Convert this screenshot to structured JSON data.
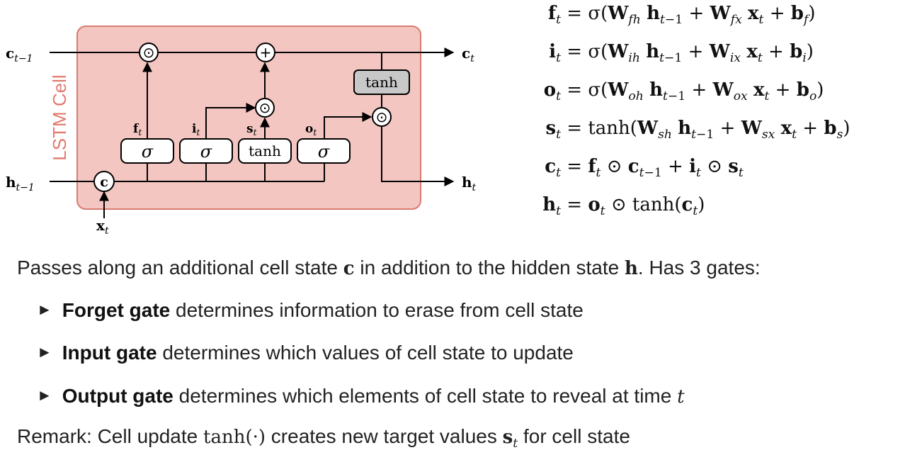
{
  "diagram": {
    "cell_label": "LSTM Cell",
    "colors": {
      "cell_fill": "#f4c6c1",
      "cell_stroke": "#d97b70",
      "cell_label": "#e07a6e",
      "tanh_box": "#c8c8c8"
    },
    "inputs": {
      "c_prev": "c",
      "c_prev_sub": "t−1",
      "h_prev": "h",
      "h_prev_sub": "t−1",
      "x": "x",
      "x_sub": "t"
    },
    "outputs": {
      "c": "c",
      "c_sub": "t",
      "h": "h",
      "h_sub": "t"
    },
    "concat": "c",
    "gates": [
      "σ",
      "σ",
      "tanh",
      "σ"
    ],
    "gate_labels": [
      {
        "sym": "f",
        "sub": "t"
      },
      {
        "sym": "i",
        "sub": "t"
      },
      {
        "sym": "s",
        "sub": "t"
      },
      {
        "sym": "o",
        "sub": "t"
      }
    ],
    "tanh_out": "tanh",
    "ops": {
      "mult": "⊙",
      "plus": "+"
    }
  },
  "equations": [
    {
      "lhs": "f",
      "lhs_sub": "t",
      "rhs_html": "σ(<span class='bd'>W</span><span class='sub'>fh</span> <span class='bd'>h</span><span class='sub'>t</span><span class='subn'>−1</span> + <span class='bd'>W</span><span class='sub'>fx</span> <span class='bd'>x</span><span class='sub'>t</span> + <span class='bd'>b</span><span class='sub'>f</span>)"
    },
    {
      "lhs": "i",
      "lhs_sub": "t",
      "rhs_html": "σ(<span class='bd'>W</span><span class='sub'>ih</span> <span class='bd'>h</span><span class='sub'>t</span><span class='subn'>−1</span> + <span class='bd'>W</span><span class='sub'>ix</span> <span class='bd'>x</span><span class='sub'>t</span> + <span class='bd'>b</span><span class='sub'>i</span>)"
    },
    {
      "lhs": "o",
      "lhs_sub": "t",
      "rhs_html": "σ(<span class='bd'>W</span><span class='sub'>oh</span> <span class='bd'>h</span><span class='sub'>t</span><span class='subn'>−1</span> + <span class='bd'>W</span><span class='sub'>ox</span> <span class='bd'>x</span><span class='sub'>t</span> + <span class='bd'>b</span><span class='sub'>o</span>)"
    },
    {
      "lhs": "s",
      "lhs_sub": "t",
      "rhs_html": "tanh(<span class='bd'>W</span><span class='sub'>sh</span> <span class='bd'>h</span><span class='sub'>t</span><span class='subn'>−1</span> + <span class='bd'>W</span><span class='sub'>sx</span> <span class='bd'>x</span><span class='sub'>t</span> + <span class='bd'>b</span><span class='sub'>s</span>)"
    },
    {
      "lhs": "c",
      "lhs_sub": "t",
      "rhs_html": "<span class='bd'>f</span><span class='sub'>t</span> ⊙ <span class='bd'>c</span><span class='sub'>t</span><span class='subn'>−1</span> + <span class='bd'>i</span><span class='sub'>t</span> ⊙ <span class='bd'>s</span><span class='sub'>t</span>"
    },
    {
      "lhs": "h",
      "lhs_sub": "t",
      "rhs_html": "<span class='bd'>o</span><span class='sub'>t</span> ⊙ tanh(<span class='bd'>c</span><span class='sub'>t</span>)"
    }
  ],
  "text": {
    "intro_pre": "Passes along an additional cell state",
    "intro_c": "c",
    "intro_mid": "in addition to the hidden state",
    "intro_h": "h",
    "intro_post": ". Has 3 gates:",
    "bullets": [
      {
        "bold": "Forget gate",
        "rest": "determines information to erase from cell state"
      },
      {
        "bold": "Input gate",
        "rest": "determines which values of cell state to update"
      },
      {
        "bold": "Output gate",
        "rest": "determines which elements of cell state to reveal at time",
        "math": "t"
      }
    ],
    "remark_pre": "Remark: Cell update",
    "remark_math": "tanh(·)",
    "remark_mid": "creates new target values",
    "remark_s": "s",
    "remark_s_sub": "t",
    "remark_post": "for cell state",
    "bullet_glyph": "►"
  }
}
